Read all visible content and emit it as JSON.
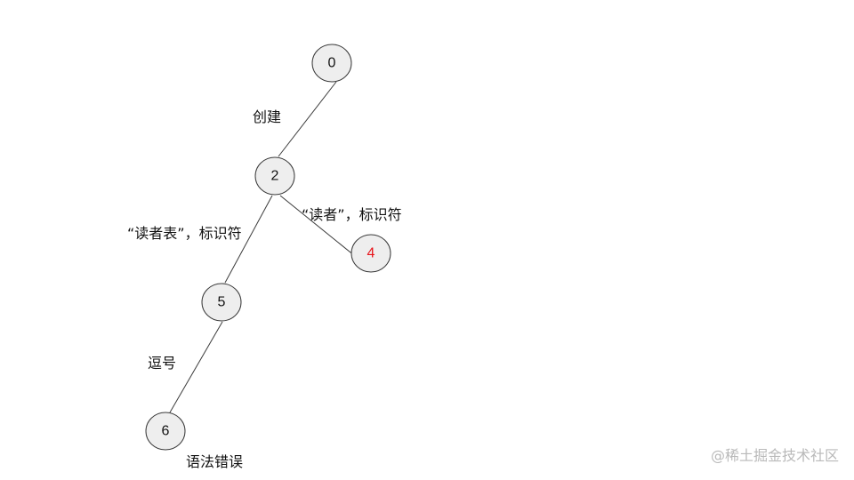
{
  "nodes": [
    {
      "id": "n0",
      "label": "0",
      "color": "#111111"
    },
    {
      "id": "n2",
      "label": "2",
      "color": "#111111"
    },
    {
      "id": "n4",
      "label": "4",
      "color": "#e8141b"
    },
    {
      "id": "n5",
      "label": "5",
      "color": "#111111"
    },
    {
      "id": "n6",
      "label": "6",
      "color": "#111111"
    }
  ],
  "edges": [
    {
      "from": "n0",
      "to": "n2",
      "label": "创建"
    },
    {
      "from": "n2",
      "to": "n4",
      "label": "“读者”，标识符"
    },
    {
      "from": "n2",
      "to": "n5",
      "label": "“读者表”，标识符"
    },
    {
      "from": "n5",
      "to": "n6",
      "label": "逗号"
    }
  ],
  "notes": {
    "node6_note": "语法错误"
  },
  "watermark": "@稀土掘金技术社区"
}
